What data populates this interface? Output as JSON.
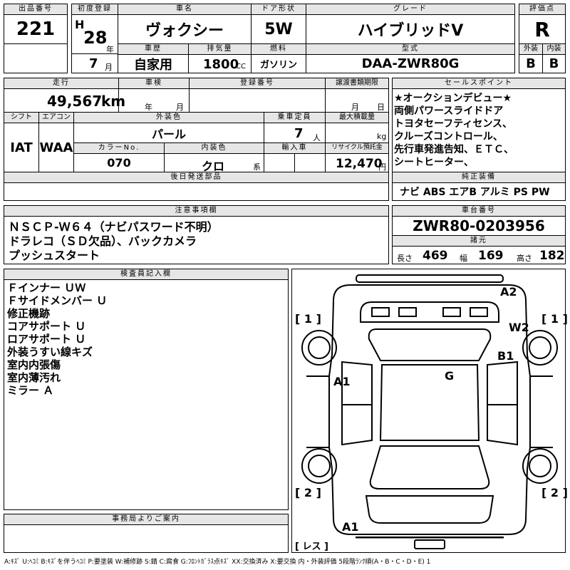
{
  "lot": {
    "label": "出品番号",
    "value": "221"
  },
  "first_reg": {
    "label": "初度登録",
    "era": "H",
    "year": "28",
    "year_unit": "年",
    "month": "7",
    "month_unit": "月"
  },
  "car_name": {
    "label": "車名",
    "value": "ヴォクシー"
  },
  "door": {
    "label": "ドア形状",
    "value": "5W"
  },
  "grade": {
    "label": "グレード",
    "value": "ハイブリッドV"
  },
  "score": {
    "label": "評価点",
    "value": "R"
  },
  "history": {
    "label": "車歴",
    "value": "自家用"
  },
  "displacement": {
    "label": "排気量",
    "value": "1800",
    "unit": "CC"
  },
  "fuel": {
    "label": "燃料",
    "value": "ガソリン"
  },
  "model": {
    "label": "型式",
    "value": "DAA-ZWR80G"
  },
  "exterior_grade": {
    "label": "外装",
    "value": "B"
  },
  "interior_grade": {
    "label": "内装",
    "value": "B"
  },
  "mileage": {
    "label": "走行",
    "value": "49,567",
    "unit": "km"
  },
  "inspection": {
    "label": "車検",
    "year_unit": "年",
    "month_unit": "月"
  },
  "registration_no": {
    "label": "登録番号"
  },
  "transfer_deadline": {
    "label": "譲渡書類期限",
    "month_unit": "月",
    "day_unit": "日"
  },
  "shift": {
    "label": "シフト",
    "value": "IAT"
  },
  "aircon": {
    "label": "エアコン",
    "value": "WAA"
  },
  "exterior_color": {
    "label": "外装色",
    "value": "パール"
  },
  "capacity": {
    "label": "乗車定員",
    "value": "7",
    "unit": "人"
  },
  "max_load": {
    "label": "最大積載量",
    "unit": "kg"
  },
  "color_no": {
    "label": "カラーNo.",
    "value": "070"
  },
  "interior_color": {
    "label": "内装色",
    "value": "クロ",
    "suffix": "系"
  },
  "import": {
    "label": "輸入車"
  },
  "recycle": {
    "label": "リサイクル預託金",
    "value": "12,470",
    "unit": "円"
  },
  "later_parts": {
    "label": "後日発送部品"
  },
  "sales_points": {
    "label": "セールスポイント",
    "lines": [
      "★オークションデビュー★",
      "両側パワースライドドア",
      "トヨタセーフティセンス、",
      "クルーズコントロール、",
      "先行車発進告知、ＥＴＣ、",
      "シートヒーター、"
    ]
  },
  "equipment": {
    "label": "純正装備",
    "value": "ナビ ABS エアB アルミ PS PW"
  },
  "caution": {
    "label": "注意事項欄",
    "lines": [
      "ＮＳＣＰ-Ｗ６４（ナビパスワード不明）",
      "ドラレコ（ＳＤ欠品）、バックカメラ",
      "プッシュスタート"
    ]
  },
  "chassis": {
    "label": "車台番号",
    "value": "ZWR80-0203956"
  },
  "specs": {
    "label": "諸元",
    "length_label": "長さ",
    "length": "469",
    "width_label": "幅",
    "width": "169",
    "height_label": "高さ",
    "height": "182"
  },
  "inspector": {
    "label": "検査員記入欄",
    "lines": [
      "Ｆインナー ＵＷ",
      "Ｆサイドメンバー Ｕ",
      "修正機跡",
      "コアサポート Ｕ",
      "ロアサポート Ｕ",
      "外装うすい線キズ",
      "室内内張傷",
      "室内薄汚れ",
      "ミラー Ａ"
    ]
  },
  "office": {
    "label": "事務局よりご案内"
  },
  "diagram": {
    "marks": [
      {
        "text": "A2"
      },
      {
        "text": "W2"
      },
      {
        "text": "B1"
      },
      {
        "text": "G"
      },
      {
        "text": "A1"
      },
      {
        "text": "A1"
      }
    ],
    "corner_labels": [
      "[ 1 ]",
      "[ 1 ]",
      "[ 2 ]",
      "[ 2 ]",
      "[ レス ]"
    ]
  },
  "legend": "A:ｷｽﾞ U:ﾍｺﾐ B:ｷｽﾞを伴うﾍｺﾐ P:要塗装 W:補修跡 S:錆 C:腐食 G:ﾌﾛﾝﾄｶﾞﾗｽ点ｷｽﾞ XX:交換済み X:要交換 内・外装評価 5段階ﾗﾝｸ順(A・B・C・D・E) 1"
}
